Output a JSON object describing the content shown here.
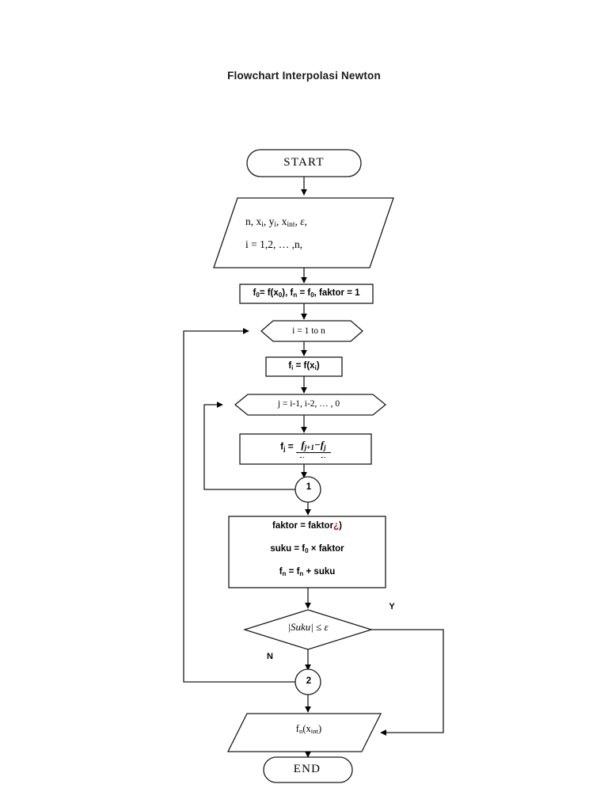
{
  "title": "Flowchart Interpolasi Newton",
  "colors": {
    "stroke": "#000000",
    "fill": "#ffffff",
    "accent_red": "#c00000",
    "text": "#000000"
  },
  "nodes": {
    "start": {
      "shape": "terminator",
      "label": "START"
    },
    "input": {
      "shape": "parallelogram",
      "line1": "n, x, y, x, ,",
      "line1_display": "n, xi, yi, xint, ε,",
      "line2": "i = 1,2, … ,n,"
    },
    "init": {
      "shape": "process",
      "label": "f0 = f(x0), fn = f0, faktor = 1"
    },
    "loop_i": {
      "shape": "hexagon",
      "label": "i = 1 to n"
    },
    "fi": {
      "shape": "process",
      "label": "fi = f(xi)"
    },
    "loop_j": {
      "shape": "hexagon",
      "label": "j = i-1, i-2, … , 0"
    },
    "fj": {
      "shape": "process",
      "lhs": "fj =",
      "numerator": "f j+1 − f j",
      "denominator": "x − x"
    },
    "connector1": {
      "shape": "circle",
      "label": "1"
    },
    "process_block": {
      "shape": "process",
      "line1": "faktor = faktor¿)",
      "line1_plain": "faktor = faktor",
      "line1_glyph": "¿",
      "line1_tail": ")",
      "line2": "suku = f0 × faktor",
      "line3": "fn = fn + suku"
    },
    "decision": {
      "shape": "diamond",
      "label": "|Suku| ≤ ε",
      "yes_label": "Y",
      "no_label": "N"
    },
    "connector2": {
      "shape": "circle",
      "label": "2"
    },
    "output": {
      "shape": "parallelogram",
      "label": "fn(xint)"
    },
    "end": {
      "shape": "terminator",
      "label": "END"
    }
  },
  "edges": [
    {
      "from": "start",
      "to": "input",
      "label": ""
    },
    {
      "from": "input",
      "to": "init",
      "label": ""
    },
    {
      "from": "init",
      "to": "loop_i",
      "label": ""
    },
    {
      "from": "loop_i",
      "to": "fi",
      "label": ""
    },
    {
      "from": "fi",
      "to": "loop_j",
      "label": ""
    },
    {
      "from": "loop_j",
      "to": "fj",
      "label": ""
    },
    {
      "from": "fj",
      "to": "connector1",
      "label": ""
    },
    {
      "from": "connector1",
      "to": "loop_j",
      "label": "inner-loop-back"
    },
    {
      "from": "connector1",
      "to": "process_block",
      "label": ""
    },
    {
      "from": "process_block",
      "to": "decision",
      "label": ""
    },
    {
      "from": "decision",
      "to": "output",
      "label": "Y"
    },
    {
      "from": "decision",
      "to": "connector2",
      "label": "N"
    },
    {
      "from": "connector2",
      "to": "loop_i",
      "label": "outer-loop-back"
    },
    {
      "from": "connector2",
      "to": "output",
      "label": ""
    },
    {
      "from": "output",
      "to": "end",
      "label": ""
    }
  ]
}
